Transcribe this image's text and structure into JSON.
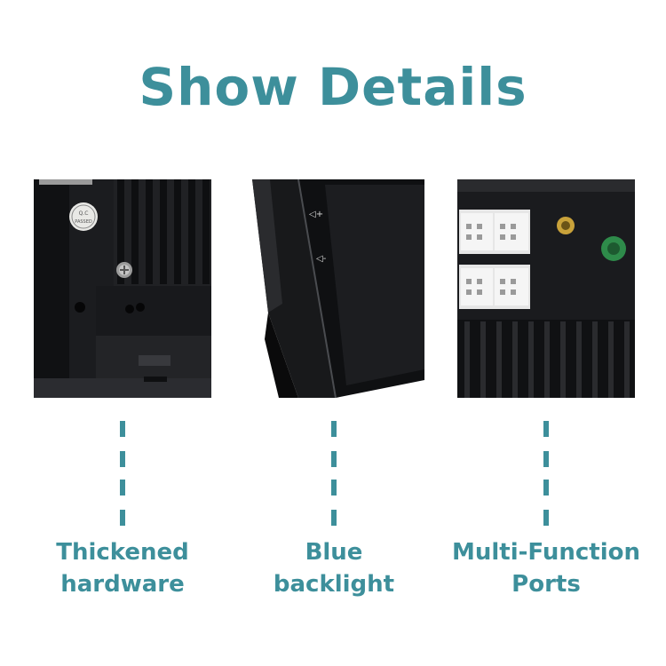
{
  "title": "Show Details",
  "colors": {
    "accent": "#3d8f9b",
    "device_dark": "#141416",
    "device_mid": "#2a2b2e",
    "device_edge": "#3a3c40",
    "connector_white": "#ececec",
    "port_green": "#2e8b4a",
    "port_gold": "#c9a23a"
  },
  "panels": [
    {
      "photo_icon": "thickened-hardware-photo",
      "caption_lines": [
        "Thickened",
        "hardware"
      ],
      "sticker_lines": [
        "Q.C",
        "PASSED"
      ]
    },
    {
      "photo_icon": "blue-backlight-photo",
      "caption_lines": [
        "Blue",
        "backlight"
      ],
      "button_labels": [
        "◁+",
        "◁-"
      ]
    },
    {
      "photo_icon": "multi-function-ports-photo",
      "caption_lines": [
        "Multi-Function",
        "Ports"
      ]
    }
  ]
}
